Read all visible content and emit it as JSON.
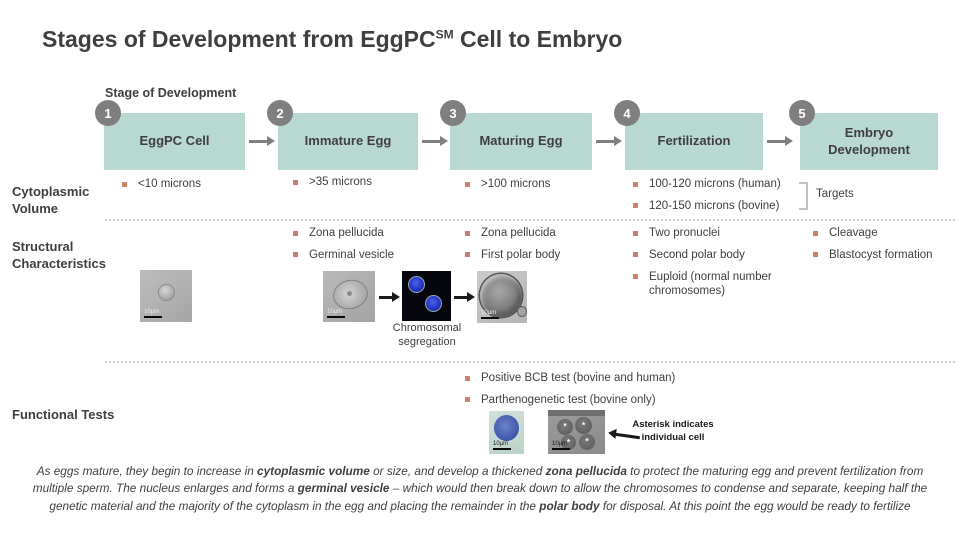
{
  "title": {
    "text_before_sup": "Stages of Development from EggPC",
    "sup": "SM",
    "text_after_sup": " Cell to Embryo"
  },
  "stage_header_label": "Stage of Development",
  "stages": [
    {
      "number": "1",
      "label": "EggPC Cell"
    },
    {
      "number": "2",
      "label": "Immature Egg"
    },
    {
      "number": "3",
      "label": "Maturing Egg"
    },
    {
      "number": "4",
      "label": "Fertilization"
    },
    {
      "number": "5",
      "label": "Embryo Development"
    }
  ],
  "rows": {
    "cytoplasmic_volume": {
      "label": "Cytoplasmic Volume",
      "eggpc_cell": [
        "<10 microns"
      ],
      "immature_egg": [
        ">35 microns"
      ],
      "maturing_egg": [
        ">100 microns"
      ],
      "fertilization": [
        "100-120 microns (human)",
        "120-150 microns (bovine)"
      ],
      "targets_label": "Targets"
    },
    "structural_characteristics": {
      "label": "Structural Characteristics",
      "immature_egg": [
        "Zona pellucida",
        "Germinal vesicle"
      ],
      "maturing_egg": [
        "Zona pellucida",
        "First polar body"
      ],
      "fertilization": [
        "Two pronuclei",
        "Second polar body",
        "Euploid (normal number chromosomes)"
      ],
      "embryo_development": [
        "Cleavage",
        "Blastocyst formation"
      ],
      "chromosomal_caption": "Chromosomal segregation"
    },
    "functional_tests": {
      "label": "Functional Tests",
      "items": [
        "Positive BCB test (bovine and human)",
        "Parthenogenetic test (bovine only)"
      ],
      "asterisk_note": "Asterisk indicates individual cell"
    }
  },
  "images": {
    "eggpc_micrograph": {
      "scale_label": "10µm"
    },
    "immature_micrograph": {
      "scale_label": "10µm"
    },
    "maturing_micrograph": {
      "scale_label": "10µm"
    },
    "bcb_micrograph": {
      "scale_label": "10µm"
    },
    "parthenogenetic_micrograph": {
      "scale_label": "10µm"
    },
    "asterisk_glyph": "*"
  },
  "footer": {
    "line1": {
      "s0": "As eggs mature, they begin to increase in ",
      "b1": "cytoplasmic volume",
      "s2": " or size, and develop a thickened ",
      "b3": "zona pellucida",
      "s4": " to protect the maturing egg and prevent fertilization from"
    },
    "line2": {
      "s0": "multiple sperm.  The nucleus enlarges and forms a ",
      "b1": "germinal vesicle",
      "s2": " – which would then break down to allow the chromosomes to condense and separate, keeping half the"
    },
    "line3": {
      "s0": "genetic material and the majority of the cytoplasm in the egg and placing the remainder in the ",
      "b1": "polar body",
      "s2": " for disposal. At this point the egg would be ready to fertilize"
    }
  },
  "colors": {
    "accent_teal": "#b8d8d2",
    "circle_gray": "#7f7f7f",
    "bullet_salmon": "#c9836c",
    "text_dark": "#404040"
  }
}
